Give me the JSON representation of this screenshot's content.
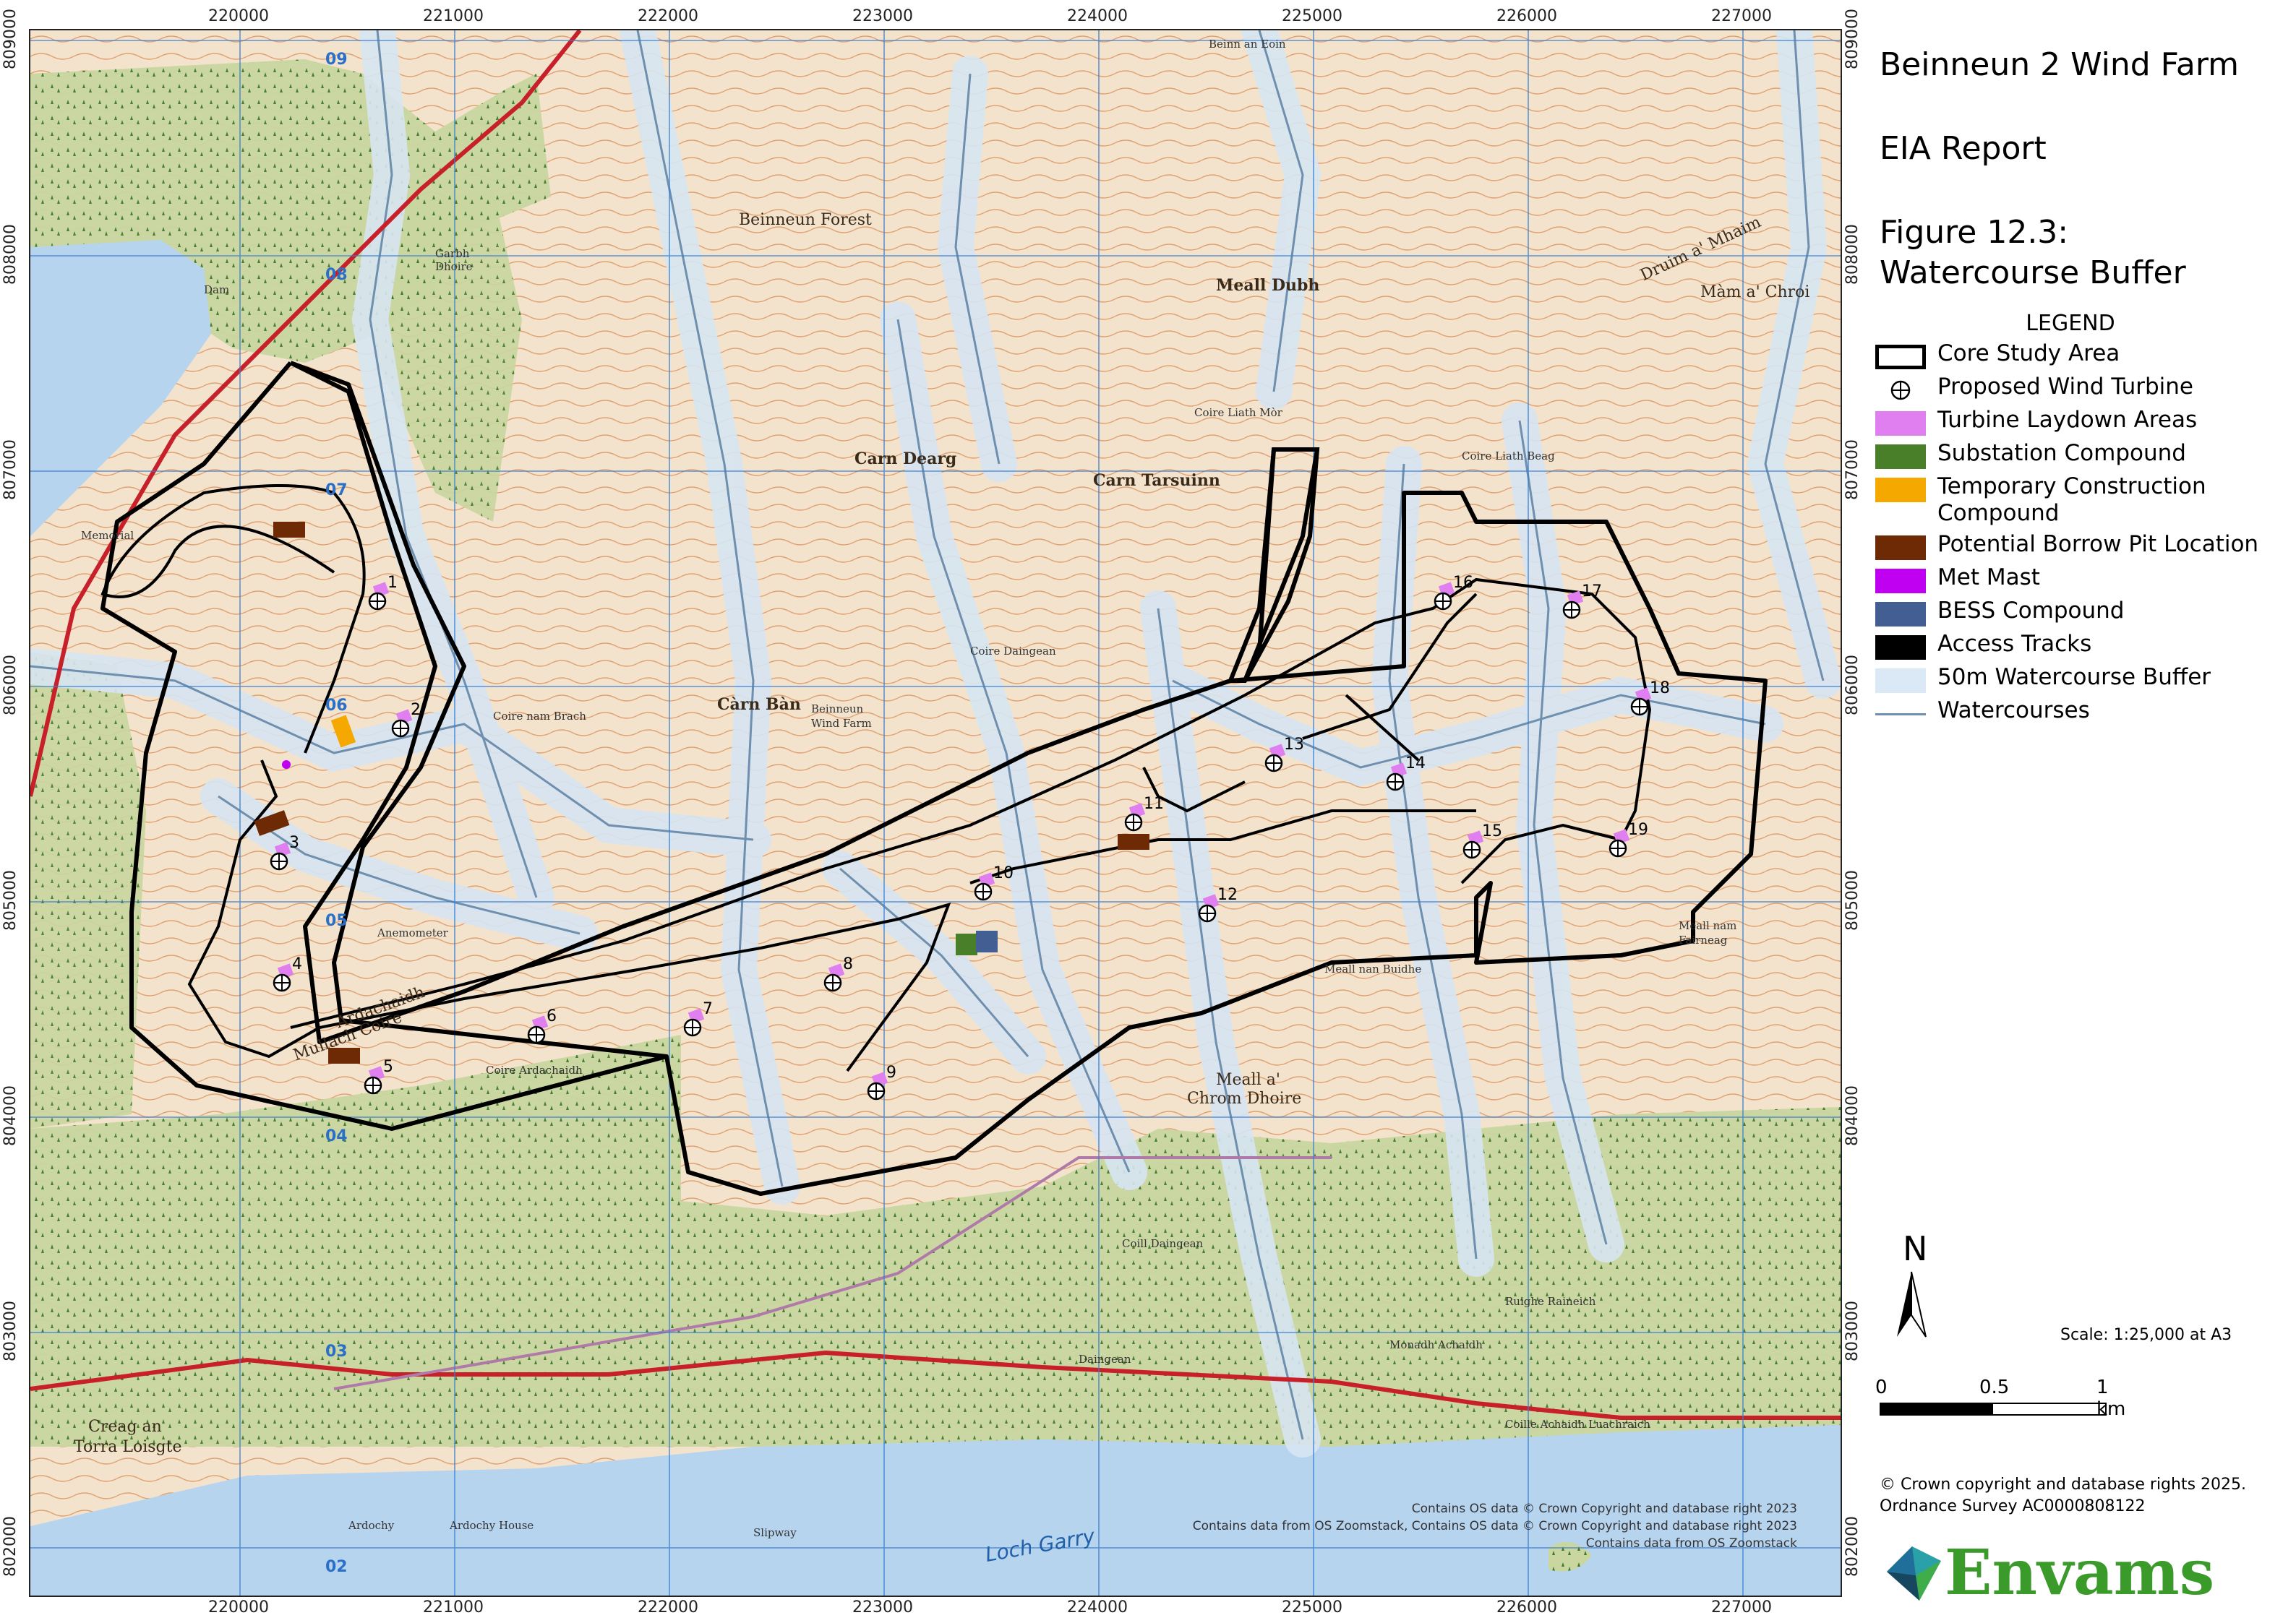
{
  "title": {
    "project": "Beinneun 2 Wind Farm",
    "report": "EIA Report",
    "figure": "Figure 12.3: Watercourse Buffer"
  },
  "legend": {
    "heading": "LEGEND",
    "items": [
      {
        "label": "Core Study Area",
        "kind": "outline",
        "color": "#000000"
      },
      {
        "label": "Proposed Wind Turbine",
        "kind": "turbine",
        "color": "#000000"
      },
      {
        "label": "Turbine Laydown Areas",
        "kind": "fill",
        "color": "#e07ff0"
      },
      {
        "label": "Substation Compound",
        "kind": "fill",
        "color": "#4a7f2a"
      },
      {
        "label": "Temporary Construction Compound",
        "kind": "fill",
        "color": "#f5a800"
      },
      {
        "label": "Potential Borrow Pit Location",
        "kind": "fill",
        "color": "#6e2a05"
      },
      {
        "label": "Met Mast",
        "kind": "fill",
        "color": "#c000f0"
      },
      {
        "label": "BESS Compound",
        "kind": "fill",
        "color": "#435e92"
      },
      {
        "label": "Access Tracks",
        "kind": "fill",
        "color": "#000000"
      },
      {
        "label": "50m Watercourse Buffer",
        "kind": "fill",
        "color": "#dbe8f5"
      },
      {
        "label": "Watercourses",
        "kind": "line",
        "color": "#6f8fae"
      }
    ]
  },
  "north_label": "N",
  "scale": {
    "text": "Scale: 1:25,000 at A3",
    "ticks": [
      "0",
      "0.5",
      "1 km"
    ]
  },
  "copyright": [
    "© Crown copyright and database rights 2025.",
    "Ordnance Survey AC0000808122"
  ],
  "logo_text": "Envams",
  "map": {
    "eastings": [
      "220000",
      "221000",
      "222000",
      "223000",
      "224000",
      "225000",
      "226000",
      "227000"
    ],
    "northings": [
      "809000",
      "808000",
      "807000",
      "806000",
      "805000",
      "804000",
      "803000",
      "802000"
    ],
    "grid_squares": [
      "09",
      "08",
      "07",
      "06",
      "05",
      "04",
      "03",
      "02"
    ],
    "turbines": [
      "1",
      "2",
      "3",
      "4",
      "5",
      "6",
      "7",
      "8",
      "9",
      "10",
      "11",
      "12",
      "13",
      "14",
      "15",
      "16",
      "17",
      "18",
      "19"
    ],
    "labels": {
      "beinneun_forest": "Beinneun Forest",
      "meall_dubh": "Meall Dubh",
      "carn_dearg": "Carn Dearg",
      "carn_tarsuinn": "Carn Tarsuinn",
      "carn_ban": "Càrn Bàn",
      "beinneun_wf_1": "Beinneun",
      "beinneun_wf_2": "Wind Farm",
      "coire_daingean": "Coire Daingean",
      "coire_liath_mor": "Coire Liath Mòr",
      "coire_liath_beag": "Coire Liath Beag",
      "mullach": "Mullach Coire",
      "mullach2": "Ardachaidh",
      "coire_ardachaidh": "Coire Ardachaidh",
      "anemometer": "Anemometer",
      "meall_a_chrom": "Meall a'",
      "meall_a_chrom2": "Chrom Dhoire",
      "meall_nam": "Meall nam",
      "meall_nam2": "Fairneag",
      "meall_nan": "Meall nan Buidhe",
      "mam": "Màm a' Chroi",
      "druim": "Druim a' Mhaim",
      "loch_garry": "Loch Garry",
      "creag_an": "Creag an",
      "torra": "Torra Loisgte",
      "coille": "Coill Daingean",
      "daingean": "Daingean",
      "achadh": "Coille Achaidh Luachraich",
      "ardochy": "Ardochy",
      "ardochy_house": "Ardochy House",
      "slipway": "Slipway",
      "garbh": "Garbh",
      "dhoire": "Dhoire",
      "beinn_an_eoin": "Beinn an Eoin",
      "coire_nam_brach": "Coire nam Brach",
      "ruighe": "Ruighe Raineich",
      "monadh": "Monadh Achaidh",
      "memorial": "Memorial",
      "dam": "Dam"
    },
    "credits": [
      "Contains OS data © Crown Copyright and database right 2023",
      "Contains data from OS Zoomstack, Contains OS data © Crown Copyright and database right 2023",
      "Contains data from OS Zoomstack"
    ]
  }
}
